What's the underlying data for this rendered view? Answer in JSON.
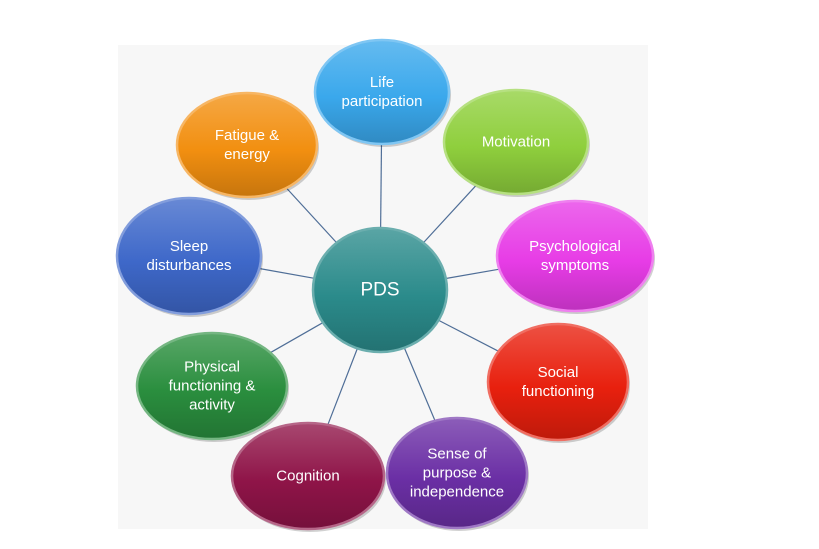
{
  "center": {
    "label": "PDS",
    "color": "#2b8b8b"
  },
  "nodes": [
    {
      "id": "life-participation",
      "lines": [
        "Life",
        "participation"
      ],
      "color": "#3aa8ec"
    },
    {
      "id": "motivation",
      "lines": [
        "Motivation"
      ],
      "color": "#8fcf3d"
    },
    {
      "id": "psychological-symptoms",
      "lines": [
        "Psychological",
        "symptoms"
      ],
      "color": "#e73ce6"
    },
    {
      "id": "social-functioning",
      "lines": [
        "Social",
        "functioning"
      ],
      "color": "#e8200e"
    },
    {
      "id": "sense-of-purpose",
      "lines": [
        "Sense of",
        "purpose &",
        "independence"
      ],
      "color": "#6b2fa5"
    },
    {
      "id": "cognition",
      "lines": [
        "Cognition"
      ],
      "color": "#8f1448"
    },
    {
      "id": "physical-functioning",
      "lines": [
        "Physical",
        "functioning &",
        "activity"
      ],
      "color": "#2a8e3e"
    },
    {
      "id": "sleep-disturbances",
      "lines": [
        "Sleep",
        "disturbances"
      ],
      "color": "#3e68c9"
    },
    {
      "id": "fatigue-energy",
      "lines": [
        "Fatigue &",
        "energy"
      ],
      "color": "#f28f10"
    }
  ]
}
